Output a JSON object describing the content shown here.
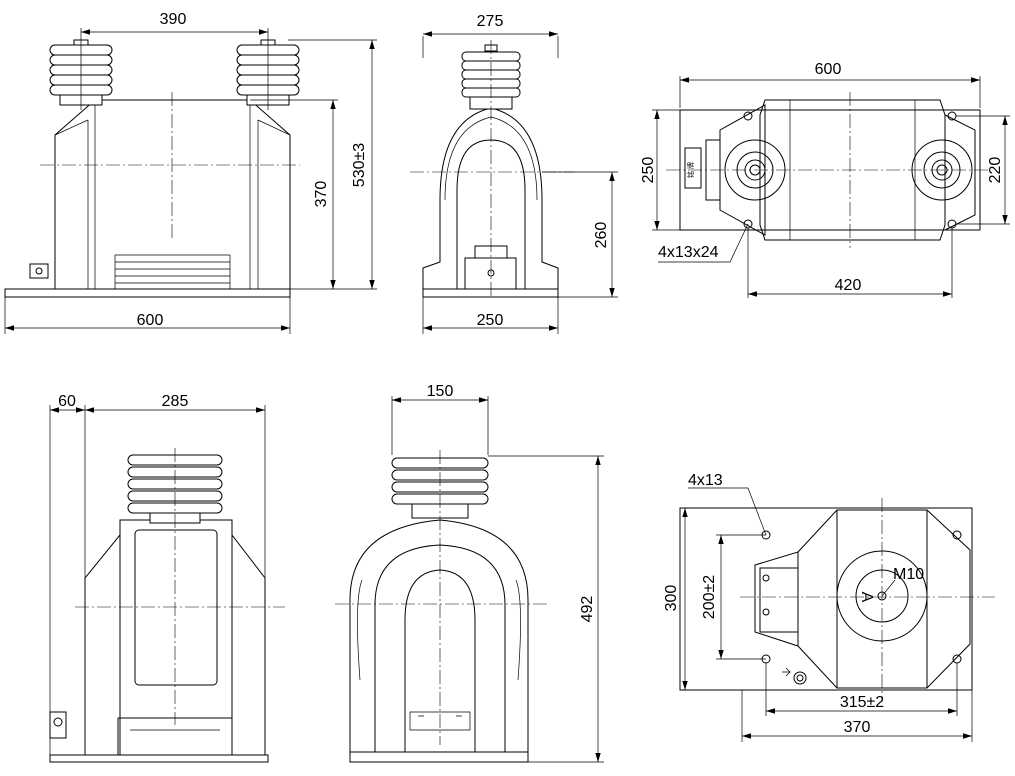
{
  "views": {
    "front_top": {
      "overall_width": "390",
      "base_width": "600",
      "height_total": "530±3",
      "height_body": "370"
    },
    "side_top": {
      "top_width": "275",
      "base_width": "250",
      "height": "260"
    },
    "plan_top": {
      "overall_width": "600",
      "depth": "250",
      "hole_spacing": "220",
      "hole_pitch": "420",
      "holes": "4x13x24",
      "plate_text": "铭 牌"
    },
    "front_bottom": {
      "offset": "60",
      "width": "285"
    },
    "side_bottom": {
      "top_width": "150",
      "height": "492"
    },
    "plan_bottom": {
      "holes": "4x13",
      "terminal": "M10",
      "phase": "A",
      "depth": "300",
      "hole_spacing_v": "200±2",
      "hole_spacing_h": "315±2",
      "width": "370"
    }
  }
}
